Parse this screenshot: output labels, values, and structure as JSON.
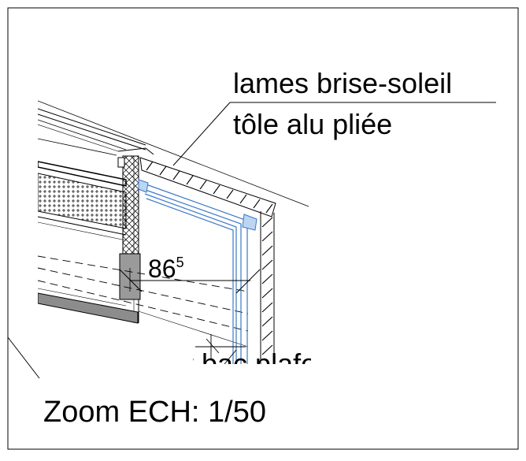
{
  "labels": {
    "line1": "lames brise-soleil",
    "line2": "tôle alu pliée",
    "partial": "t bac plafond",
    "zoom": "Zoom ECH: 1/50"
  },
  "dimension": {
    "value": "86",
    "superscript": "5"
  },
  "colors": {
    "stroke": "#000000",
    "profile": "#3a78c8",
    "profile_fill": "#bcd6f2",
    "background": "#ffffff"
  }
}
